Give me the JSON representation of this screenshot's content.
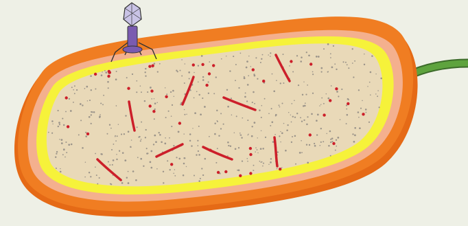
{
  "scene": {
    "colors": {
      "background": "#eef0e6",
      "outer_membrane": "#f07d22",
      "outer_membrane_shade": "#e56a16",
      "cell_wall": "#f4b08e",
      "inner_membrane": "#f6f23a",
      "cytoplasm": "#e9d9b8",
      "ribosome_dots": "#9b948a",
      "dna_fragments": "#cc1f2a",
      "flagellum": "#5ea33e",
      "flagellum_outline": "#3c6b2a",
      "phage_head": "#c9c3e6",
      "phage_outline": "#333333",
      "phage_tail": "#7a5bb0"
    },
    "elements": [
      "bacterium-cell-body",
      "flagellum",
      "bacteriophage",
      "ribosomes",
      "dna-fragments"
    ]
  }
}
